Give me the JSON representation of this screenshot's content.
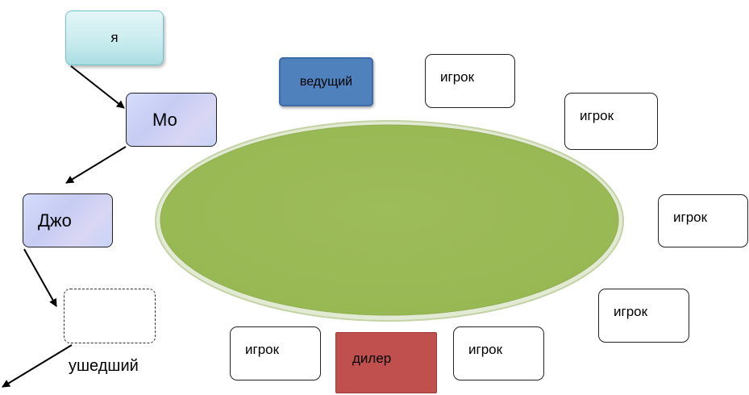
{
  "nodes": {
    "me": "я",
    "mo": "Мо",
    "joe": "Джо",
    "gone": "ушедший"
  },
  "table": {
    "host": "ведущий",
    "dealer": "дилер",
    "players": [
      "игрок",
      "игрок",
      "игрок",
      "игрок",
      "игрок",
      "игрок"
    ]
  },
  "colors": {
    "table_fill": "#9bbb59",
    "table_rim": "#d6e2c0",
    "host": "#4f81bd",
    "dealer": "#c0504d"
  },
  "icons": [
    "arrow-icon"
  ]
}
